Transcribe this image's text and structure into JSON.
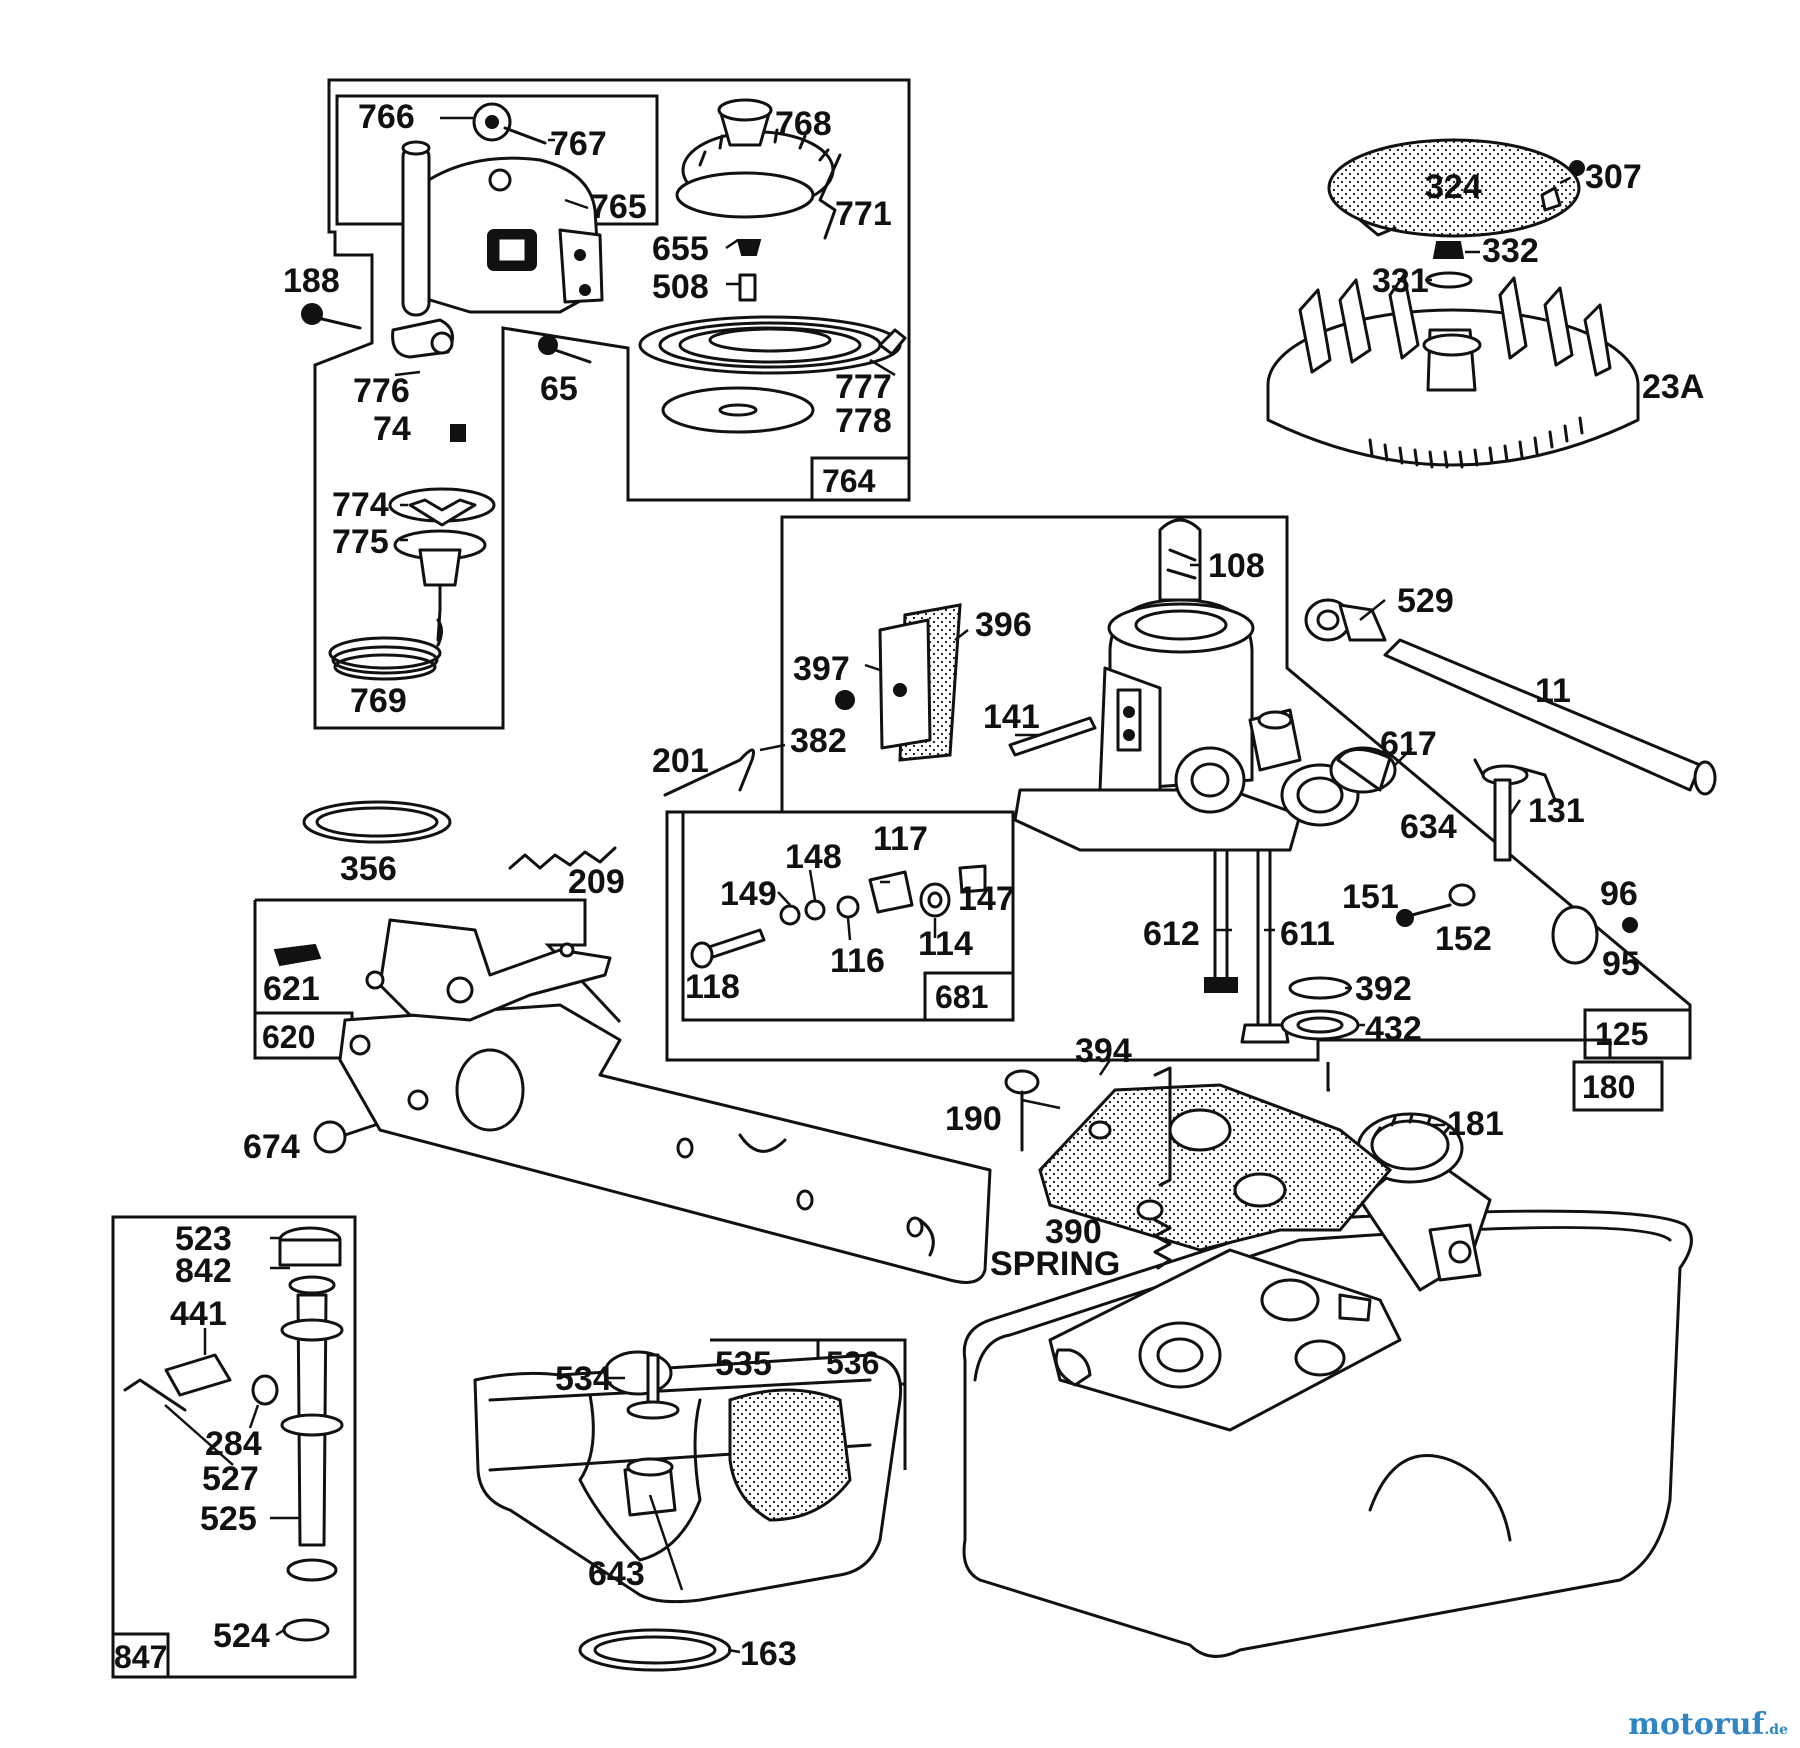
{
  "diagram": {
    "part_labels": {
      "p766": "766",
      "p767": "767",
      "p765": "765",
      "p768": "768",
      "p771": "771",
      "p655": "655",
      "p508": "508",
      "p188": "188",
      "p776": "776",
      "p74": "74",
      "p65": "65",
      "p777": "777",
      "p778": "778",
      "p774": "774",
      "p775": "775",
      "p769": "769",
      "p324": "324",
      "p307": "307",
      "p332": "332",
      "p331": "331",
      "p23A": "23A",
      "p108": "108",
      "p529": "529",
      "p396": "396",
      "p397": "397",
      "p382": "382",
      "p201": "201",
      "p141": "141",
      "p617": "617",
      "p11": "11",
      "p131": "131",
      "p634": "634",
      "p356": "356",
      "p209": "209",
      "p117": "117",
      "p148": "148",
      "p149": "149",
      "p147": "147",
      "p116": "116",
      "p114": "114",
      "p118": "118",
      "p621": "621",
      "p612": "612",
      "p611": "611",
      "p151": "151",
      "p152": "152",
      "p96": "96",
      "p95": "95",
      "p392": "392",
      "p432": "432",
      "p394": "394",
      "p190": "190",
      "p674": "674",
      "p181": "181",
      "p390": "390",
      "spring": "SPRING",
      "p523": "523",
      "p842": "842",
      "p441": "441",
      "p284": "284",
      "p527": "527",
      "p525": "525",
      "p524": "524",
      "p534": "534",
      "p535": "535",
      "p643": "643",
      "p163": "163"
    },
    "group_labels": {
      "g764": "764",
      "g681": "681",
      "g620": "620",
      "g125": "125",
      "g180": "180",
      "g536": "536",
      "g847": "847"
    }
  },
  "watermark": {
    "part1": "motoruf",
    "part2": ".de"
  }
}
